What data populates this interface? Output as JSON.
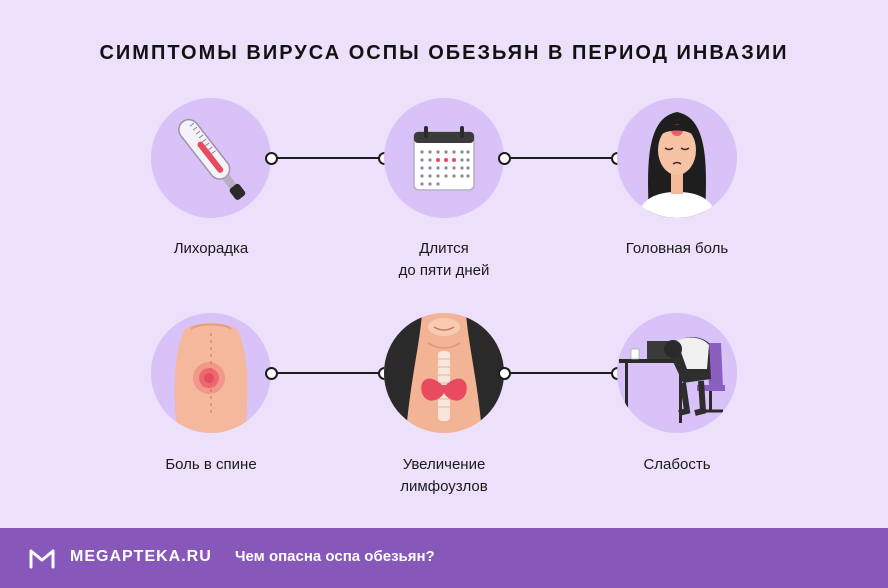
{
  "title": "СИМПТОМЫ ВИРУСА ОСПЫ ОБЕЗЬЯН В ПЕРИОД ИНВАЗИИ",
  "symptoms": [
    {
      "line1": "Лихорадка",
      "line2": "",
      "icon": "thermometer-icon"
    },
    {
      "line1": "Длится",
      "line2": "до пяти дней",
      "icon": "calendar-icon"
    },
    {
      "line1": "Головная боль",
      "line2": "",
      "icon": "headache-woman-icon"
    },
    {
      "line1": "Боль в спине",
      "line2": "",
      "icon": "back-pain-icon"
    },
    {
      "line1": "Увеличение",
      "line2": "лимфоузлов",
      "icon": "lymph-nodes-icon"
    },
    {
      "line1": "Слабость",
      "line2": "",
      "icon": "tired-person-at-desk-icon"
    }
  ],
  "footer": {
    "brand": "MEGAPTEKA.RU",
    "link": "Чем опасна оспа обезьян?"
  },
  "colors": {
    "background": "#ece0fb",
    "circle": "#d9c2f7",
    "footer": "#8757b9",
    "accent": "#e84b5f"
  }
}
